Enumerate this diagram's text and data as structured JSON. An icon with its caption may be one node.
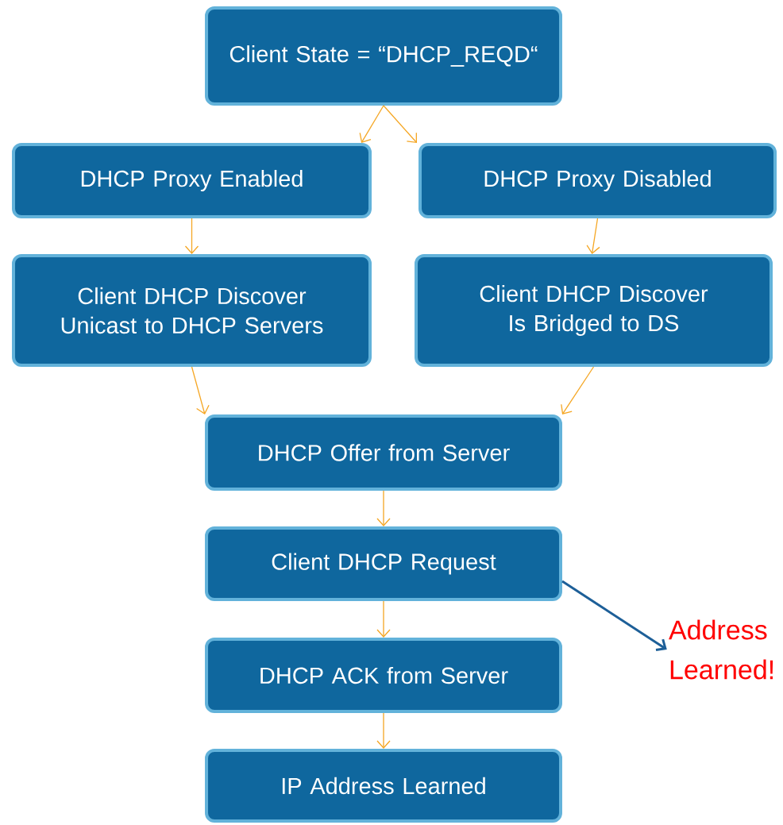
{
  "diagram": {
    "nodes": [
      {
        "text": [
          "Client State = “DHCP_REQD“"
        ]
      },
      {
        "text": [
          "DHCP Proxy Enabled"
        ]
      },
      {
        "text": [
          "DHCP Proxy Disabled"
        ]
      },
      {
        "text": [
          "Client DHCP Discover Unicast to DHCP Servers"
        ]
      },
      {
        "text": [
          "Client DHCP Discover Is Bridged to DS"
        ]
      },
      {
        "text": [
          "DHCP Offer from Server"
        ]
      },
      {
        "text": [
          "Client DHCP Request"
        ]
      },
      {
        "text": [
          "DHCP ACK from Server"
        ]
      },
      {
        "text": [
          "IP Address Learned"
        ]
      },
      {
        "text": [
          "Address Learned!"
        ]
      }
    ],
    "edges": [
      {
        "from": 0,
        "to": 1,
        "arrow": "to"
      },
      {
        "from": 0,
        "to": 2,
        "arrow": "to"
      },
      {
        "from": 1,
        "to": 3,
        "arrow": "to"
      },
      {
        "from": 2,
        "to": 4,
        "arrow": "to"
      },
      {
        "from": 3,
        "to": 5,
        "arrow": "to"
      },
      {
        "from": 4,
        "to": 5,
        "arrow": "to"
      },
      {
        "from": 5,
        "to": 6,
        "arrow": "to"
      },
      {
        "from": 6,
        "to": 9,
        "arrow": "to",
        "style": "thick",
        "color": "#1d5f98"
      },
      {
        "from": 6,
        "to": 7,
        "arrow": "to"
      },
      {
        "from": 7,
        "to": 8,
        "arrow": "to"
      }
    ]
  }
}
